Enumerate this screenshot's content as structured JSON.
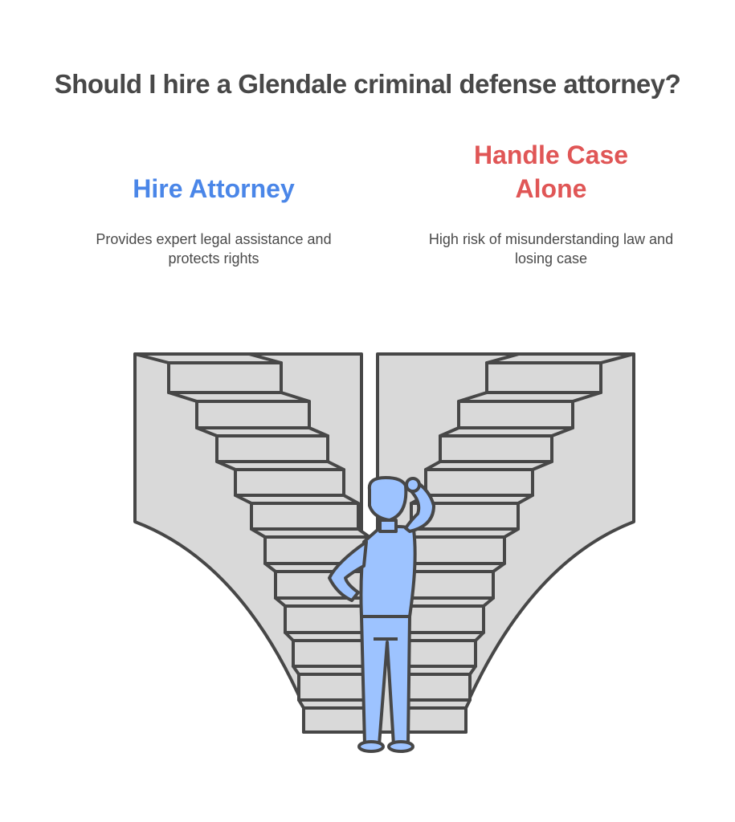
{
  "title": "Should I hire a Glendale criminal defense attorney?",
  "options": [
    {
      "label_lines": [
        "Hire Attorney"
      ],
      "label": "Hire Attorney",
      "description": "Provides expert legal assistance and protects rights",
      "color": "#4a86e8",
      "side": "left"
    },
    {
      "label_lines": [
        "Handle Case",
        "Alone"
      ],
      "label": "Handle Case Alone",
      "description": "High risk of misunderstanding law and losing case",
      "color": "#e05656",
      "side": "right"
    }
  ],
  "illustration": {
    "description": "Person standing between two diverging staircases",
    "stair_fill": "#d9d9d9",
    "outline": "#474747",
    "person_fill": "#9dc3ff"
  }
}
